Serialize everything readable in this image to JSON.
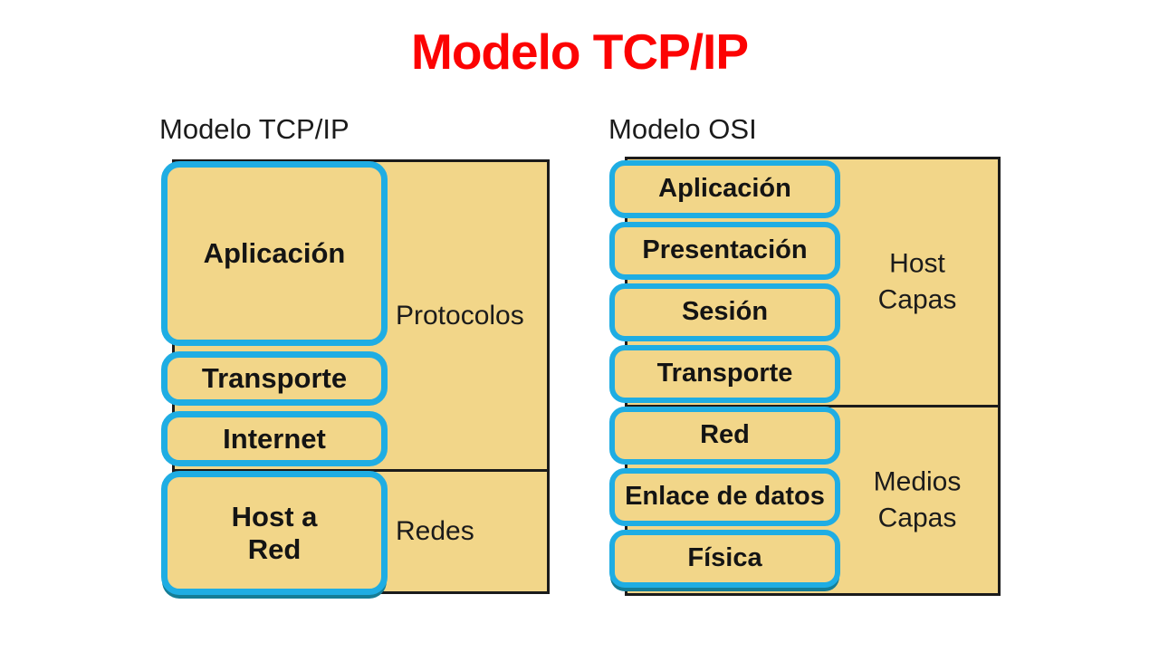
{
  "title": {
    "text": "Modelo TCP/IP",
    "color": "#fc0303"
  },
  "colors": {
    "box_fill": "#f2d689",
    "box_border_cyan": "#1fade3",
    "outline_black": "#1b1b1b",
    "title_red": "#fc0303"
  },
  "tcpip_diagram": {
    "heading": "Modelo TCP/IP",
    "layers": [
      {
        "label": "Aplicación"
      },
      {
        "label": "Transporte"
      },
      {
        "label": "Internet"
      },
      {
        "label": "Host a\nRed"
      }
    ],
    "regions": [
      {
        "label": "Protocolos"
      },
      {
        "label": "Redes"
      }
    ]
  },
  "osi_diagram": {
    "heading": "Modelo OSI",
    "layers": [
      {
        "label": "Aplicación"
      },
      {
        "label": "Presentación"
      },
      {
        "label": "Sesión"
      },
      {
        "label": "Transporte"
      },
      {
        "label": "Red"
      },
      {
        "label": "Enlace de datos"
      },
      {
        "label": "Física"
      }
    ],
    "regions": [
      {
        "label": "Host\nCapas"
      },
      {
        "label": "Medios\nCapas"
      }
    ]
  }
}
